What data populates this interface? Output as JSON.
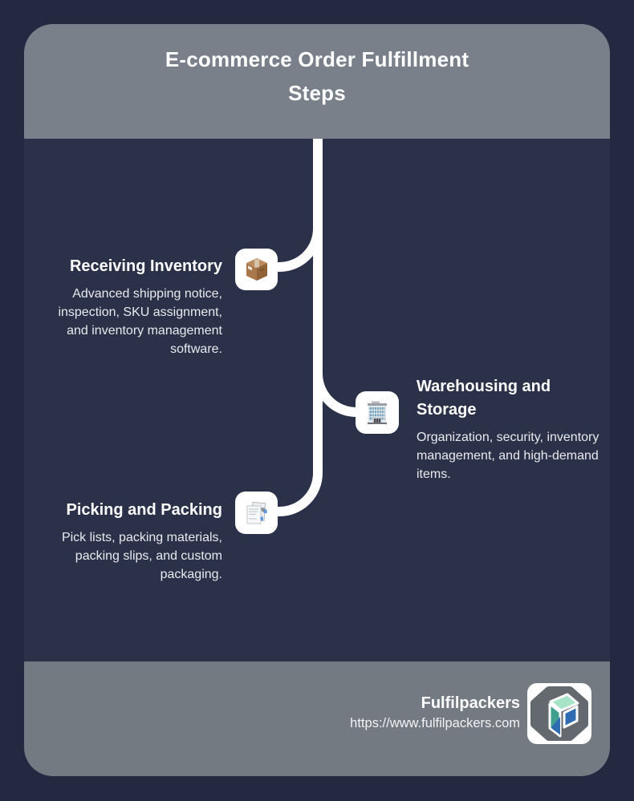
{
  "header": {
    "title_lines": [
      "E-commerce Order Fulfillment",
      "Steps"
    ]
  },
  "steps": [
    {
      "title": "Receiving Inventory",
      "description": "Advanced shipping notice, inspection, SKU assignment, and inventory management software.",
      "icon": "package-icon",
      "side": "left"
    },
    {
      "title": "Warehousing and Storage",
      "description": "Organization, security, inventory management, and high-demand items.",
      "icon": "office-building-icon",
      "side": "right"
    },
    {
      "title": "Picking and Packing",
      "description": "Pick lists, packing materials, packing slips, and custom packaging.",
      "icon": "documents-icon",
      "side": "left"
    }
  ],
  "footer": {
    "brand": "Fulfilpackers",
    "url": "https://www.fulfilpackers.com",
    "logo_icon": "fulfilpackers-logo"
  },
  "colors": {
    "outer_background": "#222940",
    "card_background": "#2a3148",
    "header_gray": "#7a8089",
    "footer_gray": "#747a82",
    "connector_white": "#ffffff",
    "heading_text": "#ffffff",
    "body_text": "#e9ebee",
    "logo_mint": "#a6e3c7",
    "logo_teal": "#3fa08f",
    "logo_blue": "#2f6cb2",
    "logo_gray": "#64696f"
  }
}
